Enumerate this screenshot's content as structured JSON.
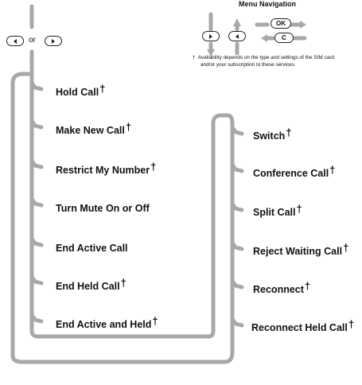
{
  "legend": {
    "title": "Menu Navigation",
    "ok_label": "OK",
    "c_label": "C",
    "or_text": "or",
    "dagger": "†",
    "footnote_line1": "Availability depends on the type and settings of the SIM card",
    "footnote_line2": "and/or your subscription to these services."
  },
  "left_menu": [
    {
      "label": "Hold Call",
      "dagger": "†"
    },
    {
      "label": "Make New Call",
      "dagger": "†"
    },
    {
      "label": "Restrict My Number",
      "dagger": "†"
    },
    {
      "label": "Turn Mute On or Off",
      "dagger": ""
    },
    {
      "label": "End Active Call",
      "dagger": ""
    },
    {
      "label": "End Held Call",
      "dagger": "†"
    },
    {
      "label": "End Active and Held",
      "dagger": "†"
    }
  ],
  "right_menu": [
    {
      "label": "Switch",
      "dagger": "†"
    },
    {
      "label": "Conference Call",
      "dagger": "†"
    },
    {
      "label": "Split Call",
      "dagger": "†"
    },
    {
      "label": "Reject Waiting Call",
      "dagger": "†"
    },
    {
      "label": "Reconnect",
      "dagger": "†"
    },
    {
      "label": "Reconnect Held Call",
      "dagger": "†"
    }
  ]
}
